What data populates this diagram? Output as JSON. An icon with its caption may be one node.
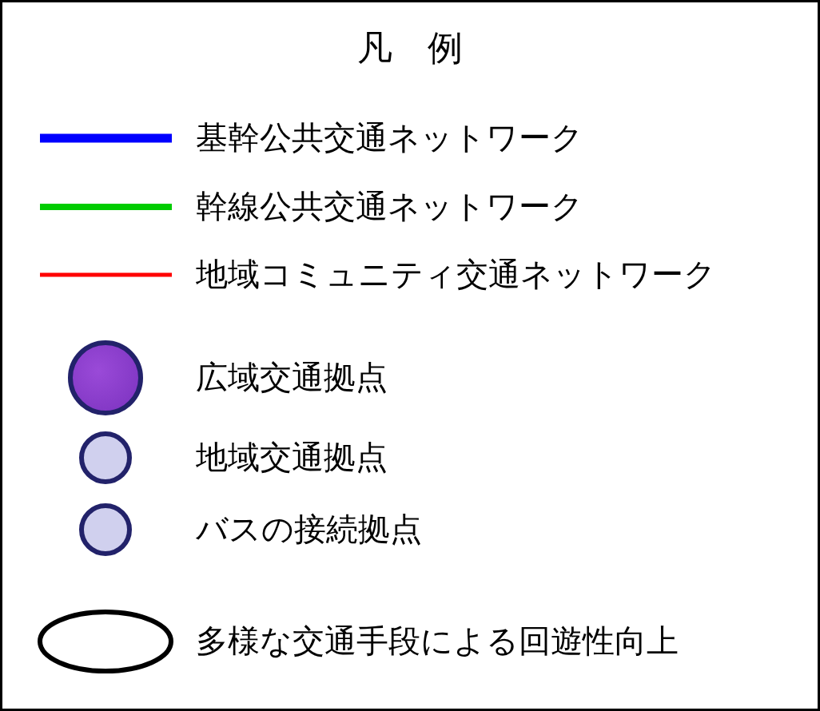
{
  "diagram": {
    "title": "凡　例",
    "legend": [
      {
        "text": "基幹公共交通ネットワーク"
      },
      {
        "text": "幹線公共交通ネットワーク"
      },
      {
        "text": "地域コミュニティ交通ネットワーク"
      },
      {
        "text": "広域交通拠点"
      },
      {
        "text": "地域交通拠点"
      },
      {
        "text": "バスの接続拠点"
      },
      {
        "text": "多様な交通手段による回遊性向上"
      }
    ]
  }
}
